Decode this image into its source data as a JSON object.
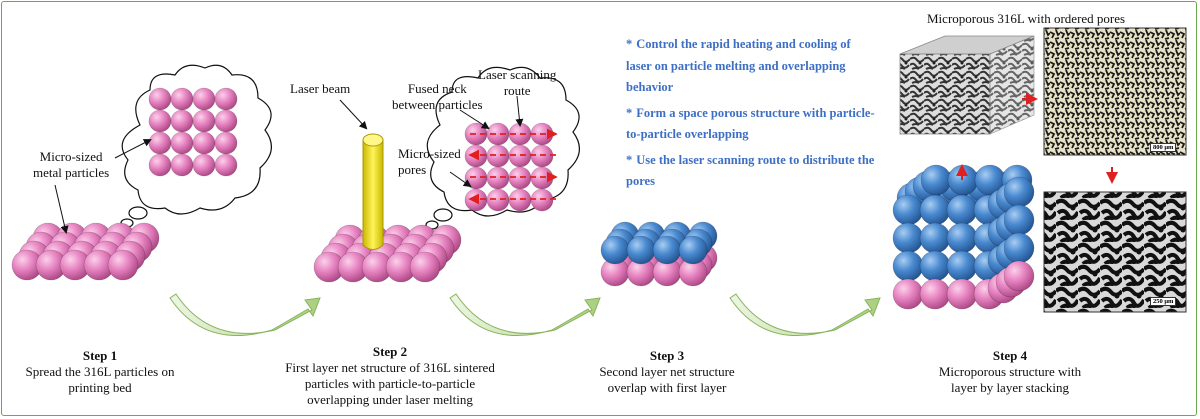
{
  "labels": {
    "micro_sized": "Micro-sized\nmetal particles",
    "laser_beam": "Laser beam",
    "fused_neck": "Fused neck\nbetween particles",
    "laser_route": "Laser scanning\nroute",
    "micro_pores": "Micro-sized\npores"
  },
  "bullets": [
    "Control the rapid heating and cooling of laser on particle melting and overlapping behavior",
    "Form a space porous structure with particle-to-particle overlapping",
    "Use the laser scanning route to distribute the pores"
  ],
  "micro_title": "Microporous  316L with ordered pores",
  "scale_bars": {
    "top": "800 μm",
    "bottom": "250 μm"
  },
  "steps": [
    {
      "title": "Step 1",
      "desc": "Spread the 316L particles on printing bed"
    },
    {
      "title": "Step 2",
      "desc": "First layer net structure of 316L sintered particles with particle-to-particle overlapping under laser melting"
    },
    {
      "title": "Step 3",
      "desc": "Second layer net structure overlap with first layer"
    },
    {
      "title": "Step 4",
      "desc": "Microporous structure with layer by layer stacking"
    }
  ],
  "colors": {
    "frame": "#6aa84f",
    "pink": "#e07ab8",
    "blue": "#3f7fc4",
    "laser": "#f3e600",
    "arrow_green": "#b5d48f",
    "bullet_text": "#3d6fc4",
    "red": "#e02020"
  }
}
